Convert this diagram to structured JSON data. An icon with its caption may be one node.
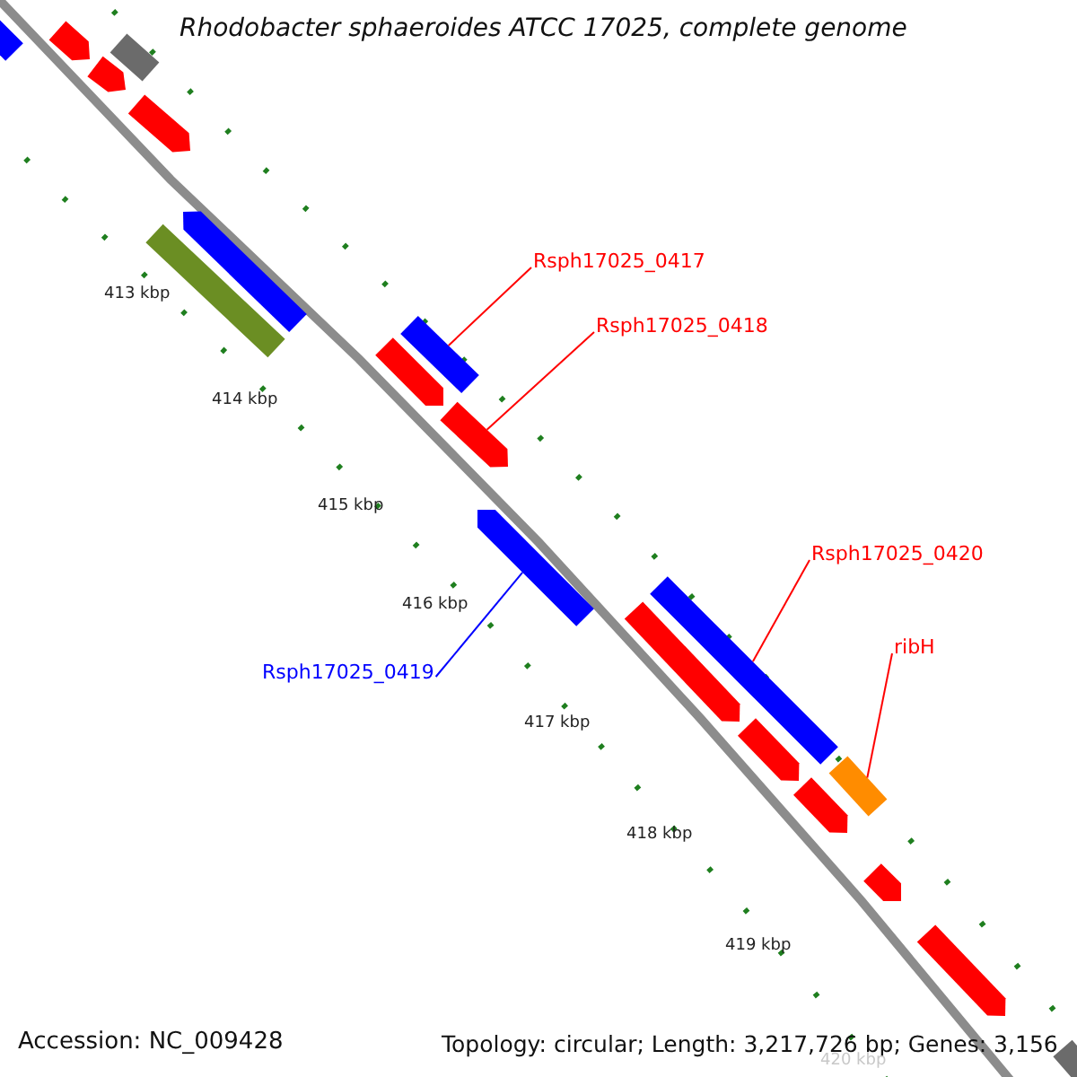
{
  "diagram": {
    "title": "Rhodobacter sphaeroides ATCC 17025, complete genome",
    "nodes": [
      {
        "text": [],
        "shape": "bar"
      },
      {
        "text": [],
        "shape": "bar"
      },
      {
        "text": [],
        "shape": "bar"
      },
      {
        "text": [],
        "shape": "bar"
      },
      {
        "text": [],
        "shape": "bar"
      },
      {
        "text": [],
        "shape": "bar"
      },
      {
        "text": [],
        "shape": "bar"
      },
      {
        "text": [
          "Rsph17025_0417"
        ]
      },
      {
        "text": [],
        "shape": "bar"
      },
      {
        "text": [
          "Rsph17025_0418"
        ]
      },
      {
        "text": [],
        "shape": "bar"
      },
      {
        "text": [],
        "shape": "bar"
      },
      {
        "text": [],
        "shape": "bar"
      },
      {
        "text": [
          "Rsph17025_0420"
        ]
      },
      {
        "text": [
          "Rsph17025_0419"
        ]
      },
      {
        "text": [],
        "shape": "bar"
      },
      {
        "text": [
          "ribH"
        ]
      },
      {
        "text": [],
        "shape": "bar"
      },
      {
        "text": [],
        "shape": "bar"
      },
      {
        "text": [],
        "shape": "bar"
      },
      {
        "text": [],
        "shape": "bar"
      },
      {
        "text": [],
        "shape": "bar"
      },
      {
        "text": [],
        "shape": "bar"
      },
      {
        "text": [],
        "shape": "bar"
      }
    ],
    "edges": [
      {
        "from": 7,
        "to": 8,
        "arrow": "none"
      },
      {
        "from": 9,
        "to": 11,
        "arrow": "none"
      },
      {
        "from": 13,
        "to": 15,
        "arrow": "none"
      },
      {
        "from": 14,
        "to": 12,
        "arrow": "none",
        "color": "#0000ff"
      },
      {
        "from": 16,
        "to": 19,
        "arrow": "none"
      }
    ],
    "labels": [
      "413 kbp",
      "414 kbp",
      "415 kbp",
      "416 kbp",
      "417 kbp",
      "418 kbp",
      "419 kbp",
      "Accession: NC_009428",
      "Topology: circular; Length: 3,217,726 bp; Genes: 3,156",
      "420 kbp"
    ]
  }
}
